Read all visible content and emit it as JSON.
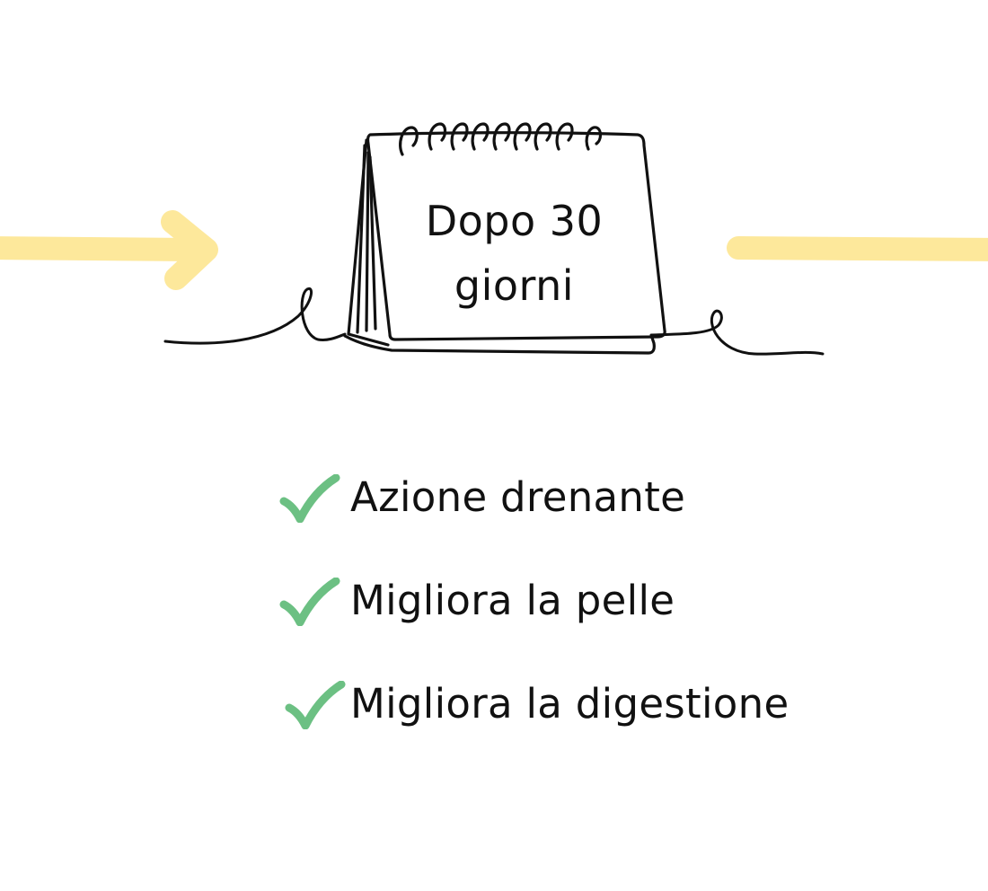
{
  "calendar": {
    "line1": "Dopo 30",
    "line2": "giorni"
  },
  "benefits": [
    {
      "label": "Azione drenante",
      "icon": "checkmark-icon"
    },
    {
      "label": "Migliora la pelle",
      "icon": "checkmark-icon"
    },
    {
      "label": "Migliora la digestione",
      "icon": "checkmark-icon"
    }
  ],
  "colors": {
    "arrow": "#FDE89B",
    "check": "#6CC083",
    "ink": "#111111",
    "background": "#FFFFFF"
  }
}
